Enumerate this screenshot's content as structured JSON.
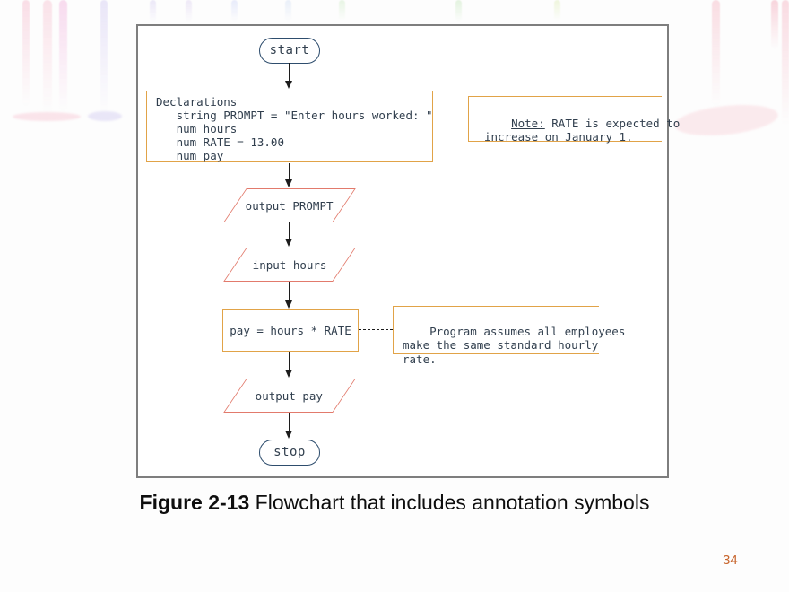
{
  "colors": {
    "annotation_border": "#e1a348",
    "io_border": "#e27a6c",
    "terminal_border": "#2e4d6d",
    "flow_text": "#313f4e",
    "frame_border": "#7e7e7e",
    "connector": "#1c1c1c",
    "page_number": "#c8662e"
  },
  "flowchart": {
    "start_label": "start",
    "declarations_text": "Declarations\n   string PROMPT = \"Enter hours worked: \"\n   num hours\n   num RATE = 13.00\n   num pay",
    "annotation_note": {
      "label": "Note:",
      "text": " RATE is expected to\nincrease on January 1."
    },
    "output_prompt_label": "output PROMPT",
    "input_hours_label": "input hours",
    "process_label": "pay = hours * RATE",
    "annotation_rate_text": "Program assumes all employees\nmake the same standard hourly\nrate.",
    "output_pay_label": "output pay",
    "stop_label": "stop"
  },
  "caption": {
    "figure_label": "Figure 2-13",
    "text": " Flowchart that includes annotation symbols"
  },
  "page_number": "34"
}
